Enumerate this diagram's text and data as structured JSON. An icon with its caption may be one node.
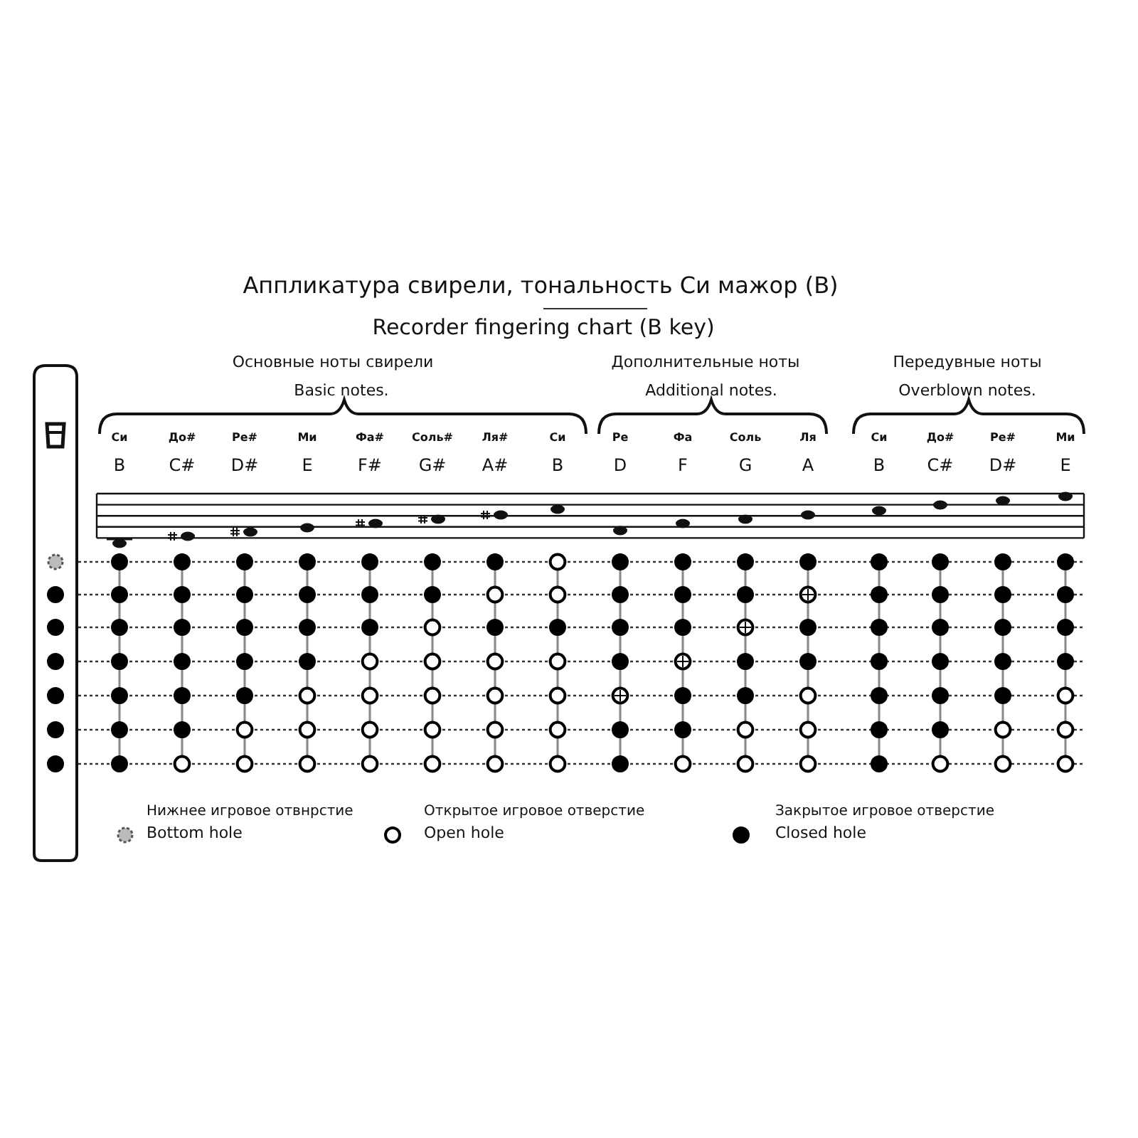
{
  "diagram": {
    "title": "Аппликатура свирели, тональность Си мажор (B)",
    "labels": [
      "Recorder fingering chart (B key)",
      "Основные ноты свирели",
      "Basic notes.",
      "Дополнительные ноты",
      "Additional notes.",
      "Передувные ноты",
      "Overblown notes.",
      "Си",
      "До#",
      "Ре#",
      "Ми",
      "Фа#",
      "Соль#",
      "Ля#",
      "Си",
      "Ре",
      "Фа",
      "Соль",
      "Ля",
      "Си",
      "До#",
      "Ре#",
      "Ми",
      "B",
      "C#",
      "D#",
      "E",
      "F#",
      "G#",
      "A#",
      "B",
      "D",
      "F",
      "G",
      "A",
      "B",
      "C#",
      "D#",
      "E"
    ],
    "legend": [
      {
        "text": "Нижнее игровое отвнрстие"
      },
      {
        "text": "Bottom hole"
      },
      {
        "text": "Открытое игровое отверстие"
      },
      {
        "text": "Open hole"
      },
      {
        "text": "Закрытое игровое отверстие"
      },
      {
        "text": "Closed hole"
      }
    ]
  }
}
